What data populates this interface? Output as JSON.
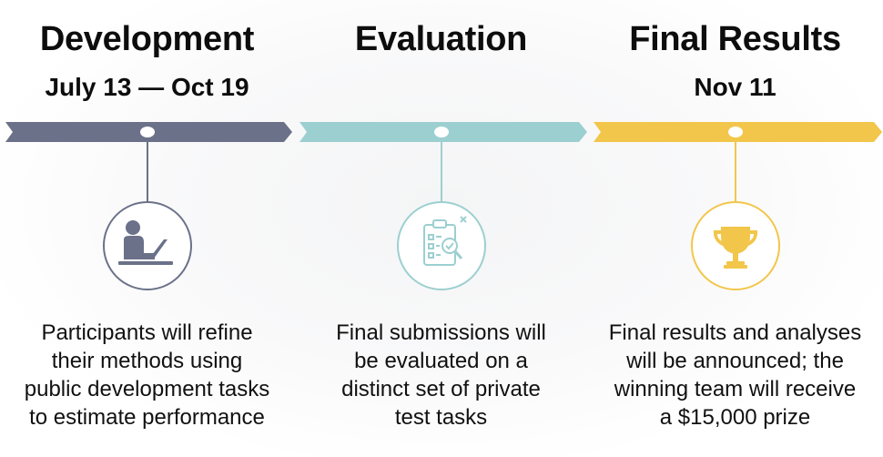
{
  "colors": {
    "development": "#6b7189",
    "evaluation": "#9ccfd0",
    "final_results": "#f2c64a"
  },
  "phases": [
    {
      "title": "Development",
      "date": "July 13 — Oct 19",
      "icon": "person-at-laptop-icon",
      "description": [
        "Participants will refine",
        "their methods using",
        "public development tasks",
        "to estimate performance"
      ]
    },
    {
      "title": "Evaluation",
      "date": "",
      "icon": "clipboard-magnifier-icon",
      "description": [
        "Final submissions will",
        "be evaluated on a",
        "distinct set of private",
        "test tasks"
      ]
    },
    {
      "title": "Final Results",
      "date": "Nov 11",
      "icon": "trophy-icon",
      "description": [
        "Final results and analyses",
        "will be announced; the",
        "winning team will receive",
        "a $15,000 prize"
      ]
    }
  ]
}
